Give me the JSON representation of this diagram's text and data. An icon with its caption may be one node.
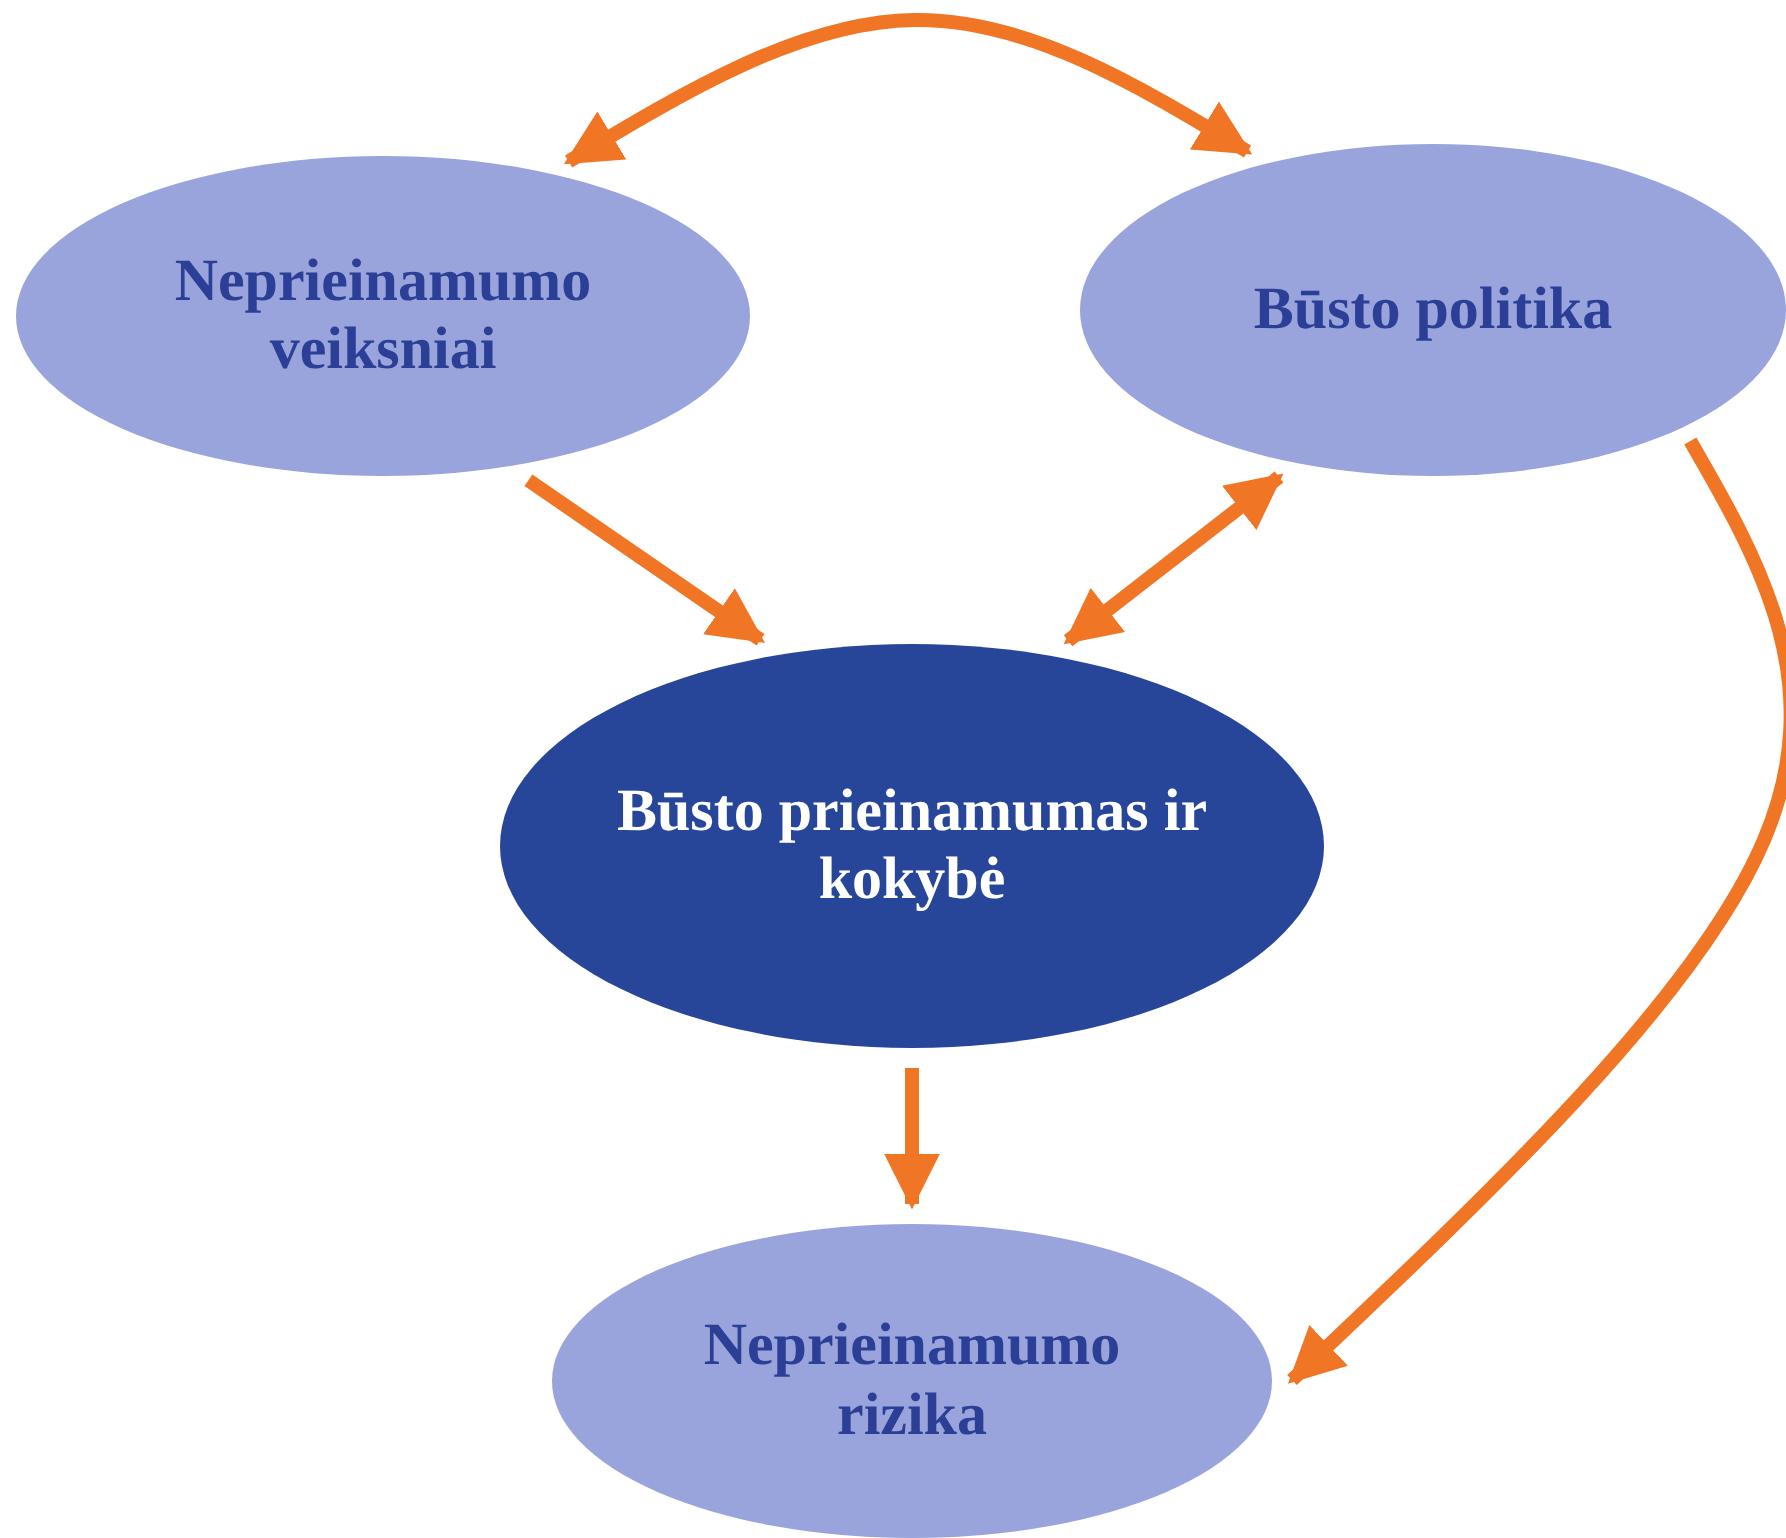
{
  "diagram": {
    "nodes": [
      {
        "text": [
          "Neprieinamumo veiksniai"
        ]
      },
      {
        "text": [
          "Būsto politika"
        ]
      },
      {
        "text": [
          "Būsto prieinamumas ir kokybė"
        ]
      },
      {
        "text": [
          "Neprieinamumo rizika"
        ]
      }
    ],
    "edges": [
      {
        "from": 0,
        "to": 1,
        "arrow": "both"
      },
      {
        "from": 0,
        "to": 2,
        "arrow": "to"
      },
      {
        "from": 1,
        "to": 2,
        "arrow": "both"
      },
      {
        "from": 2,
        "to": 3,
        "arrow": "to"
      },
      {
        "from": 1,
        "to": 3,
        "arrow": "to"
      }
    ]
  }
}
